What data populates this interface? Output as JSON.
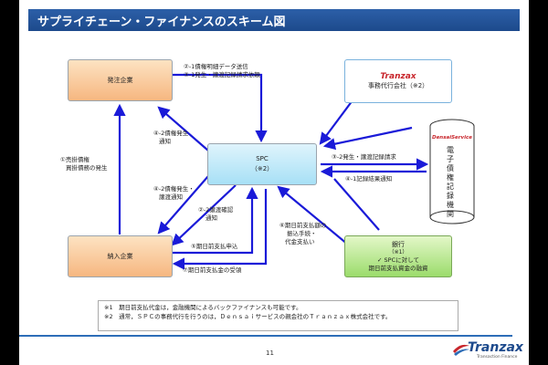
{
  "title": "サプライチェーン・ファイナンスのスキーム図",
  "nodes": {
    "buyer": "発注企業",
    "supplier": "納入企業",
    "spc": {
      "name": "SPC",
      "note": "（※2）"
    },
    "agent": {
      "name": "事務代行会社（※2）",
      "logo": "Tranzax"
    },
    "bank": {
      "name": "銀行",
      "note": "（※1）",
      "line1": "✓ SPCに対して",
      "line2": "期日前支払資金の融資"
    },
    "registry": {
      "logo": "DensaiService",
      "text": "電子債権記録機関"
    }
  },
  "labels": {
    "l2_1": "②-1債権明細データ送信",
    "l3_1": "③-1発生・譲渡記録請求依頼",
    "l4_2a_1": "④-2債権発生",
    "l4_2a_2": "通知",
    "l1_1": "①売掛債権",
    "l1_2": "買掛債務の発生",
    "l4_2b_1": "④-2債権発生・",
    "l4_2b_2": "譲渡通知",
    "l2_2_1": "②-2譲渡確認",
    "l2_2_2": "通知",
    "l5": "⑤期日前支払申込",
    "l7": "⑦期日前支払金の受領",
    "l6_1": "⑥期日前支払額の",
    "l6_2": "振込手続・",
    "l6_3": "代金支払い",
    "l3_2": "③-2発生・譲渡記録請求",
    "l4_1": "④-1記録結果通知"
  },
  "notes": [
    "※1　期日前支払代金は，金融機関によるバックファイナンスも可能です。",
    "※2　通常，ＳＰＣの事務代行を行うのは，Ｄｅｎｓａｉサービスの親会社のＴｒａｎｚａｘ株式会社です。"
  ],
  "page_number": "11",
  "brand": {
    "name": "Tranzax",
    "tagline": "Transaction Finance"
  },
  "colors": {
    "title_bar": "#1d4a8c",
    "arrow": "#1a1ad8",
    "accent_red": "#c8262c"
  }
}
